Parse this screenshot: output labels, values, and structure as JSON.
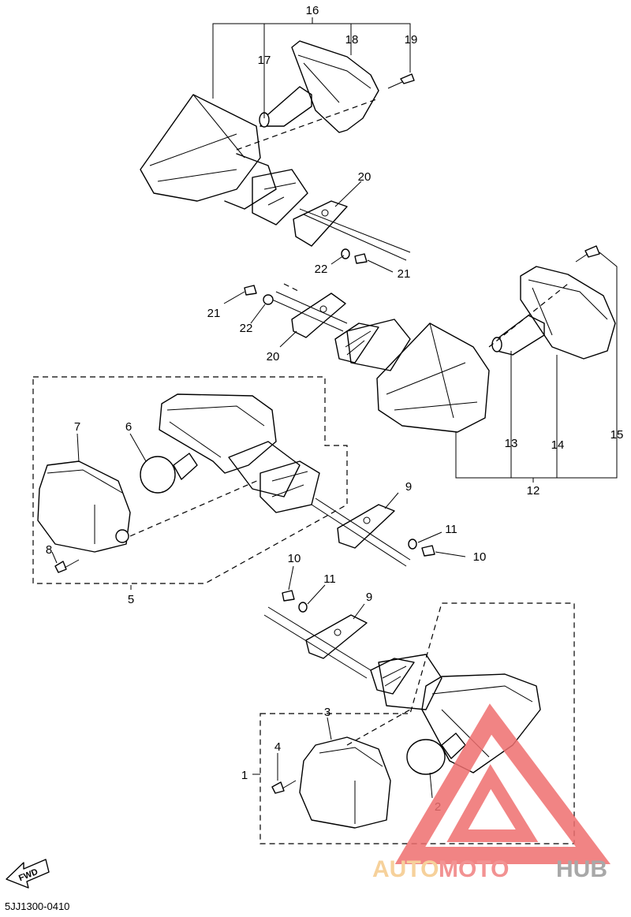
{
  "callouts": [
    "1",
    "2",
    "3",
    "4",
    "5",
    "6",
    "7",
    "8",
    "9",
    "9",
    "10",
    "10",
    "11",
    "11",
    "12",
    "13",
    "14",
    "15",
    "16",
    "17",
    "18",
    "19",
    "20",
    "20",
    "21",
    "21",
    "22",
    "22"
  ],
  "diagram_code": "5JJ1300-0410",
  "fwd_label": "FWD",
  "watermark": {
    "part1": "AUTO",
    "part2": "MOTO",
    "part3": "HUB",
    "color_auto": "#f5c98a",
    "color_moto": "#f08080",
    "color_hub": "#9a9a9a",
    "triangle_color": "#ef6f6f"
  }
}
